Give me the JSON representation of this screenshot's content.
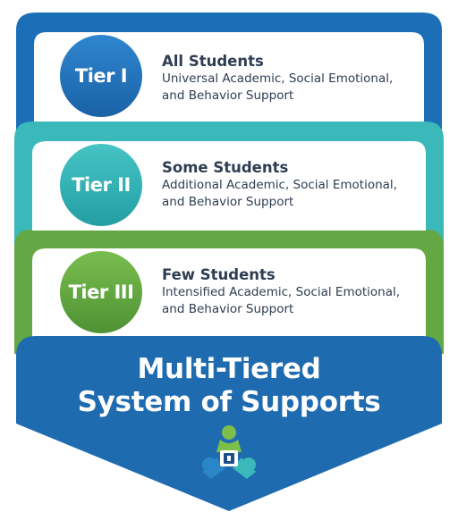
{
  "colors": {
    "tier1": "#1c6fb6",
    "tier2": "#3bb8b9",
    "tier3": "#63a844",
    "base": "#1f6bb0",
    "text": "#2f3d52"
  },
  "tiers": [
    {
      "badge": "Tier I",
      "heading": "All Students",
      "line1": "Universal Academic, Social Emotional,",
      "line2": "and Behavior Support"
    },
    {
      "badge": "Tier II",
      "heading": "Some Students",
      "line1": "Additional Academic, Social Emotional,",
      "line2": "and Behavior Support"
    },
    {
      "badge": "Tier III",
      "heading": "Few Students",
      "line1": "Intensified Academic, Social Emotional,",
      "line2": "and Behavior Support"
    }
  ],
  "title": {
    "line1": "Multi-Tiered",
    "line2": "System of Supports"
  },
  "logo": "people-circle-logo-icon"
}
